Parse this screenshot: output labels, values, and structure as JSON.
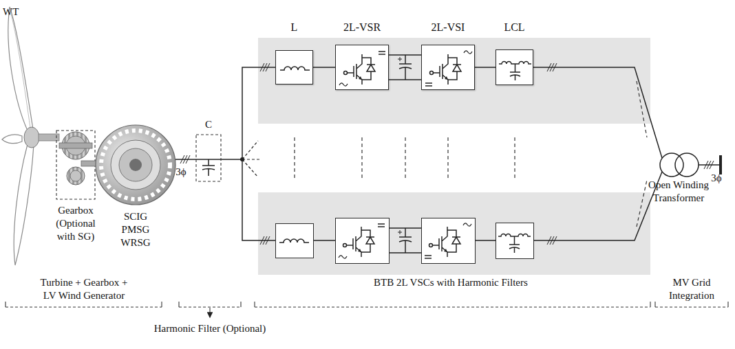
{
  "diagram": {
    "nodes": [
      {
        "text": [
          "L"
        ]
      },
      {
        "text": [
          "2L-VSR"
        ]
      },
      {
        "text": [
          "2L-VSI"
        ]
      },
      {
        "text": [
          "LCL"
        ]
      }
    ],
    "edges": [
      {
        "from": 0,
        "to": 1,
        "arrow": "none"
      },
      {
        "from": 2,
        "to": 3,
        "arrow": "none"
      }
    ],
    "labels": [
      "WT",
      "Gearbox (Optional with SG)",
      "SCIG PMSG WRSG",
      "3ϕ",
      "C",
      "Open Winding Transformer",
      "3ϕ",
      "Turbine + Gearbox + LV Wind Generator",
      "Harmonic Filter (Optional)",
      "BTB 2L VSCs with Harmonic Filters",
      "MV Grid Integration"
    ]
  }
}
